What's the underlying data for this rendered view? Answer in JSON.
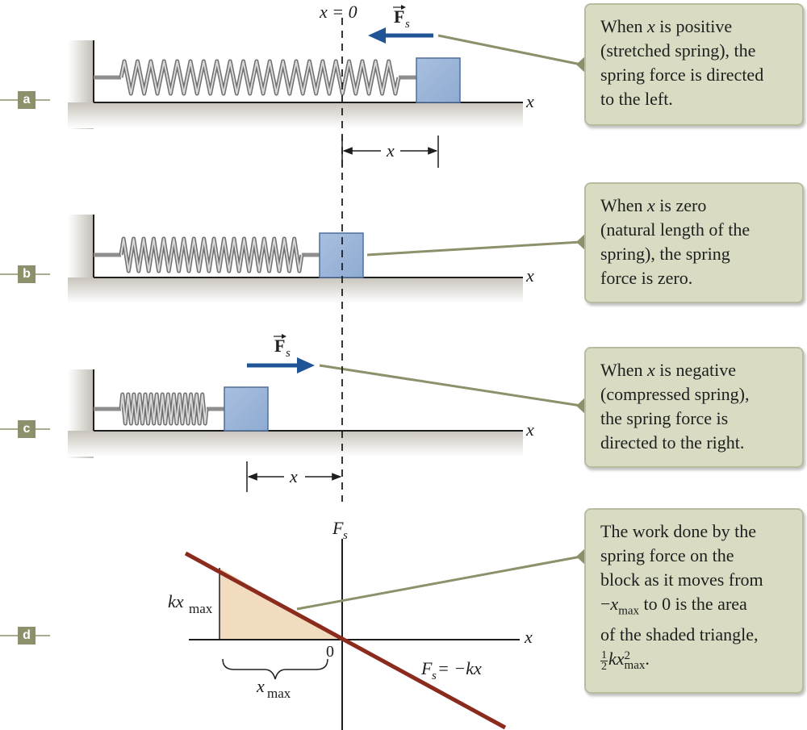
{
  "labels": {
    "x_equals_zero": "x = 0",
    "x_axis": "x",
    "displacement": "x",
    "force_symbol": "F",
    "force_sub": "s",
    "graph_y_axis": "F",
    "graph_y_axis_sub": "s",
    "graph_origin": "0",
    "kxmax_k": "kx",
    "kxmax_sub": "max",
    "xmax_x": "x",
    "xmax_sub": "max",
    "line_eq_lhs": "F",
    "line_eq_sub": "s",
    "line_eq_rhs": " = −kx"
  },
  "panels": [
    {
      "tag": "a",
      "state": "stretched",
      "force_direction": "left"
    },
    {
      "tag": "b",
      "state": "natural length",
      "force_direction": "none"
    },
    {
      "tag": "c",
      "state": "compressed",
      "force_direction": "right"
    },
    {
      "tag": "d",
      "state": "graph"
    }
  ],
  "callouts": {
    "a": {
      "l1a": "When ",
      "l1x": "x",
      "l1b": " is positive",
      "l2": "(stretched spring), the",
      "l3": "spring force is directed",
      "l4": "to the left."
    },
    "b": {
      "l1a": "When ",
      "l1x": "x",
      "l1b": " is zero",
      "l2": "(natural length of the",
      "l3": "spring), the spring",
      "l4": "force is zero."
    },
    "c": {
      "l1a": "When ",
      "l1x": "x",
      "l1b": " is negative",
      "l2": "(compressed spring),",
      "l3": "the spring force is",
      "l4": "directed to the right."
    },
    "d": {
      "l1": "The work done by the",
      "l2": "spring force on the",
      "l3": "block as it moves from",
      "l4_minus": "−",
      "l4_x": "x",
      "l4_sub": "max",
      "l4_rest": " to 0 is the area",
      "l5": "of the shaded triangle,",
      "l6_num": "1",
      "l6_den": "2",
      "l6_kx": "kx",
      "l6_sup": "2",
      "l6_sub": "max",
      "l6_end": "."
    }
  },
  "colors": {
    "force_arrow": "#1f5596",
    "block": "#9bb5d8",
    "line": "#8b2b1e",
    "triangle": "#f2dcc0",
    "callout_bg": "#d9dcc3",
    "tag_bg": "#8d906b"
  }
}
